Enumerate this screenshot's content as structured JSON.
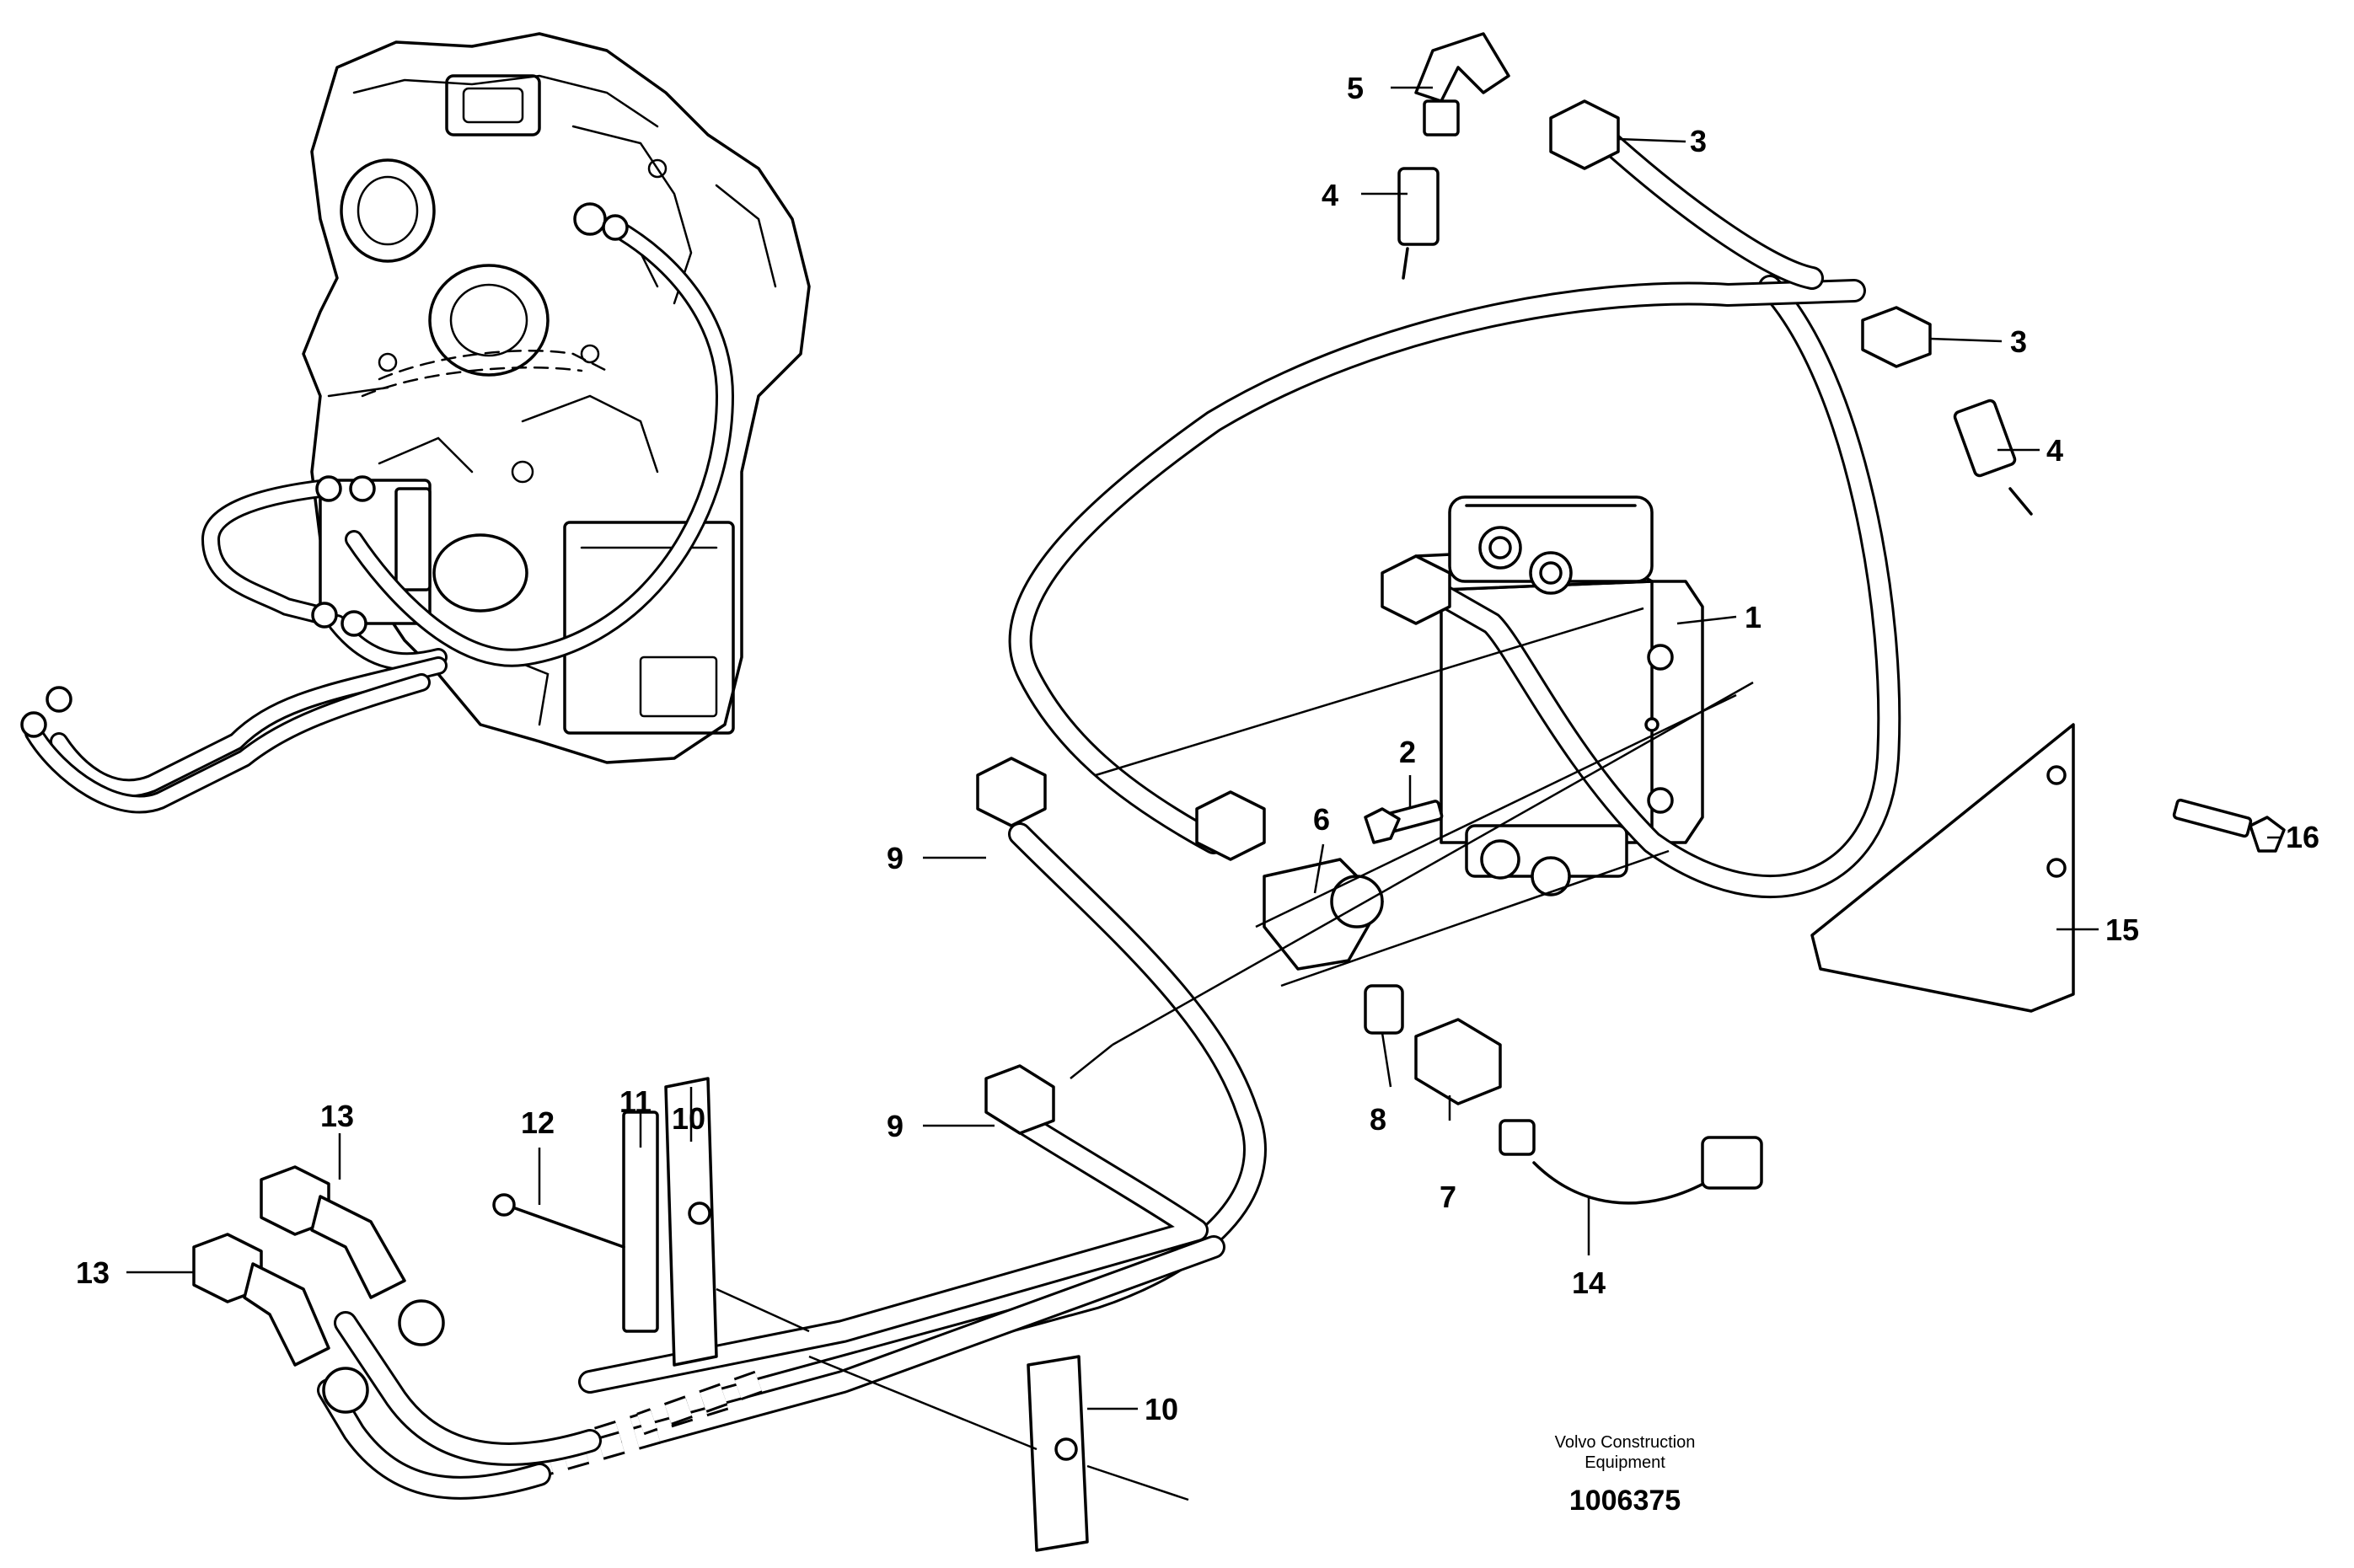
{
  "callouts": {
    "c1": "1",
    "c2": "2",
    "c3a": "3",
    "c3b": "3",
    "c4a": "4",
    "c4b": "4",
    "c5": "5",
    "c6": "6",
    "c7": "7",
    "c8": "8",
    "c9a": "9",
    "c9b": "9",
    "c10a": "10",
    "c10b": "10",
    "c11": "11",
    "c12": "12",
    "c13a": "13",
    "c13b": "13",
    "c14": "14",
    "c15": "15",
    "c16": "16"
  },
  "footer": {
    "line1": "Volvo Construction",
    "line2": "Equipment",
    "drawing_number": "1006375"
  }
}
